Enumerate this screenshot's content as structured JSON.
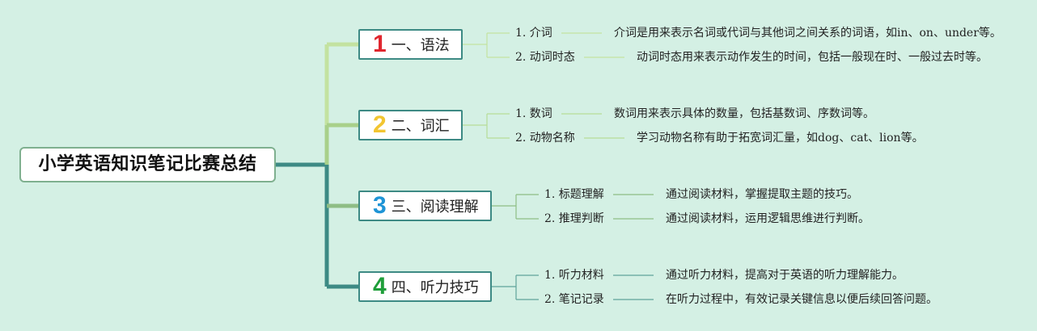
{
  "root": {
    "title": "小学英语知识笔记比赛总结"
  },
  "branches": [
    {
      "number": "1",
      "number_color": "#e0262e",
      "title": "一、语法",
      "items": [
        {
          "label": "1. 介词",
          "desc": "介词是用来表示名词或代词与其他词之间关系的词语，如in、on、under等。"
        },
        {
          "label": "2. 动词时态",
          "desc": "动词时态用来表示动作发生的时间，包括一般现在时、一般过去时等。"
        }
      ]
    },
    {
      "number": "2",
      "number_color": "#f2c531",
      "title": "二、词汇",
      "items": [
        {
          "label": "1. 数词",
          "desc": "数词用来表示具体的数量，包括基数词、序数词等。"
        },
        {
          "label": "2. 动物名称",
          "desc": "学习动物名称有助于拓宽词汇量，如dog、cat、lion等。"
        }
      ]
    },
    {
      "number": "3",
      "number_color": "#1e94d6",
      "title": "三、阅读理解",
      "items": [
        {
          "label": "1. 标题理解",
          "desc": "通过阅读材料，掌握提取主题的技巧。"
        },
        {
          "label": "2. 推理判断",
          "desc": "通过阅读材料，运用逻辑思维进行判断。"
        }
      ]
    },
    {
      "number": "4",
      "number_color": "#1f9e3a",
      "title": "四、听力技巧",
      "items": [
        {
          "label": "1. 听力材料",
          "desc": "通过听力材料，提高对于英语的听力理解能力。"
        },
        {
          "label": "2. 笔记记录",
          "desc": "在听力过程中，有效记录关键信息以便后续回答问题。"
        }
      ]
    }
  ]
}
